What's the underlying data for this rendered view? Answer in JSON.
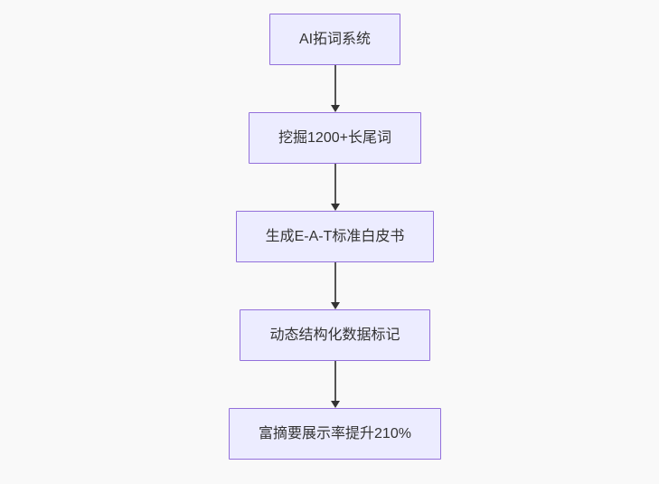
{
  "diagram": {
    "type": "flowchart",
    "direction": "top-down",
    "nodes": [
      {
        "id": "step-1",
        "label": "AI拓词系统"
      },
      {
        "id": "step-2",
        "label": "挖掘1200+长尾词"
      },
      {
        "id": "step-3",
        "label": "生成E-A-T标准白皮书"
      },
      {
        "id": "step-4",
        "label": "动态结构化数据标记"
      },
      {
        "id": "step-5",
        "label": "富摘要展示率提升210%"
      }
    ],
    "edges": [
      {
        "from": "step-1",
        "to": "step-2"
      },
      {
        "from": "step-2",
        "to": "step-3"
      },
      {
        "from": "step-3",
        "to": "step-4"
      },
      {
        "from": "step-4",
        "to": "step-5"
      }
    ],
    "colors": {
      "node_fill": "#ECECFF",
      "node_border": "#9370DB",
      "node_text": "#333333",
      "arrow": "#333333",
      "background": "#F9F9F9"
    }
  }
}
